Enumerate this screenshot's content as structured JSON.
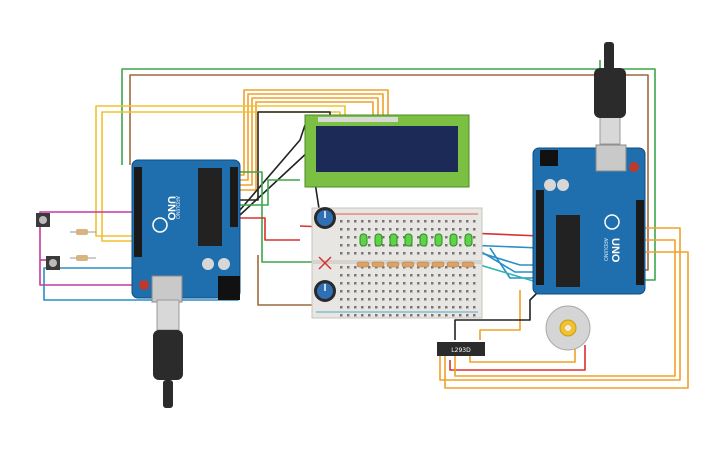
{
  "components": {
    "arduino_left": {
      "brand_label": "UNO",
      "sub_label": "ARDUINO"
    },
    "arduino_right": {
      "brand_label": "UNO",
      "sub_label": "ARDUINO"
    },
    "motor_driver": {
      "label": "L293D"
    },
    "lcd": {
      "rows": 2,
      "cols": 16
    },
    "leds": {
      "count": 8,
      "color": "#5fd14a"
    },
    "resistors": {
      "count": 8
    },
    "potentiometers": {
      "count": 2
    },
    "pushbuttons": {
      "count": 2
    },
    "dc_motor": {
      "count": 1
    }
  },
  "colors": {
    "arduino_board": "#1f6fae",
    "lcd_frame": "#7bc043",
    "lcd_screen": "#1c2a57",
    "breadboard": "#e8e6e3",
    "usb_cable": "#2b2b2b",
    "wire_orange": "#f0a02a",
    "wire_yellow": "#f2c12e",
    "wire_green": "#3aa64a",
    "wire_black": "#222222",
    "wire_red": "#d93030",
    "wire_blue": "#2a8ec9",
    "wire_magenta": "#c43aa0",
    "wire_brown": "#9c6a3a",
    "wire_teal": "#2fb3b3"
  }
}
